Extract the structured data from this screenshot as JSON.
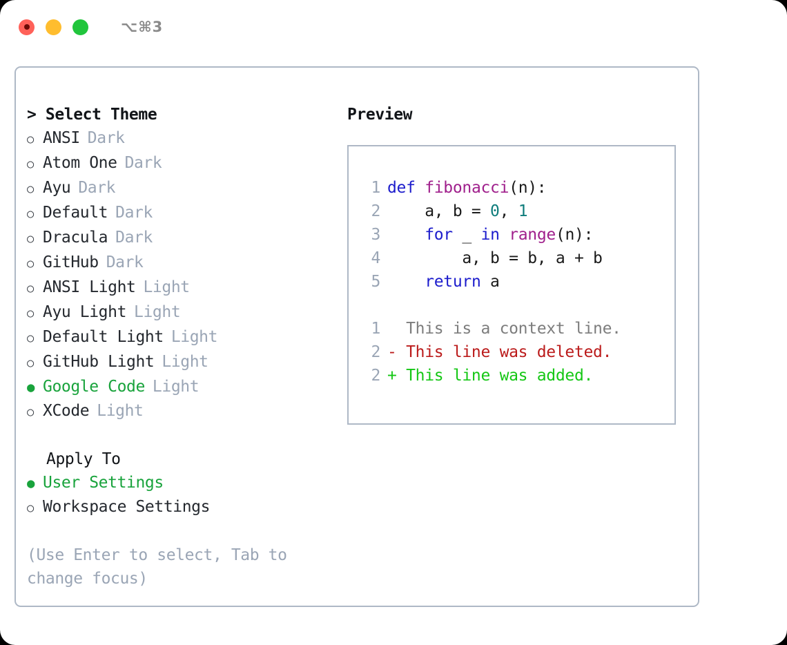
{
  "window": {
    "shortcut": "⌥⌘3",
    "traffic_lights": [
      {
        "name": "close",
        "color": "#ff6159"
      },
      {
        "name": "minimize",
        "color": "#ffbd2e"
      },
      {
        "name": "maximize",
        "color": "#21c53c"
      }
    ]
  },
  "accent": {
    "selected_green": "#19a33c",
    "muted": "#9aa5b5",
    "border": "#aeb8c6"
  },
  "theme_picker": {
    "prompt_marker": ">",
    "title": "Select Theme",
    "bullet_off": "○",
    "bullet_on": "●",
    "items": [
      {
        "label": "ANSI",
        "tag": "Dark",
        "selected": false
      },
      {
        "label": "Atom One",
        "tag": "Dark",
        "selected": false
      },
      {
        "label": "Ayu",
        "tag": "Dark",
        "selected": false
      },
      {
        "label": "Default",
        "tag": "Dark",
        "selected": false
      },
      {
        "label": "Dracula",
        "tag": "Dark",
        "selected": false
      },
      {
        "label": "GitHub",
        "tag": "Dark",
        "selected": false
      },
      {
        "label": "ANSI Light",
        "tag": "Light",
        "selected": false
      },
      {
        "label": "Ayu Light",
        "tag": "Light",
        "selected": false
      },
      {
        "label": "Default Light",
        "tag": "Light",
        "selected": false
      },
      {
        "label": "GitHub Light",
        "tag": "Light",
        "selected": false
      },
      {
        "label": "Google Code",
        "tag": "Light",
        "selected": true
      },
      {
        "label": "XCode",
        "tag": "Light",
        "selected": false
      }
    ]
  },
  "apply_to": {
    "title": "Apply To",
    "items": [
      {
        "label": "User Settings",
        "selected": true
      },
      {
        "label": "Workspace Settings",
        "selected": false
      }
    ]
  },
  "hint": "(Use Enter to select, Tab to change focus)",
  "preview": {
    "title": "Preview",
    "code_lines": [
      {
        "no": "1",
        "tokens": [
          {
            "t": "def ",
            "c": "kw"
          },
          {
            "t": "fibonacci",
            "c": "fn"
          },
          {
            "t": "(n):",
            "c": "plain"
          }
        ]
      },
      {
        "no": "2",
        "tokens": [
          {
            "t": "    a, b = ",
            "c": "plain"
          },
          {
            "t": "0",
            "c": "num"
          },
          {
            "t": ", ",
            "c": "plain"
          },
          {
            "t": "1",
            "c": "num"
          }
        ]
      },
      {
        "no": "3",
        "tokens": [
          {
            "t": "    ",
            "c": "plain"
          },
          {
            "t": "for",
            "c": "kw"
          },
          {
            "t": " _ ",
            "c": "plain"
          },
          {
            "t": "in",
            "c": "kw"
          },
          {
            "t": " ",
            "c": "plain"
          },
          {
            "t": "range",
            "c": "fn"
          },
          {
            "t": "(n):",
            "c": "plain"
          }
        ]
      },
      {
        "no": "4",
        "tokens": [
          {
            "t": "        a, b = b, a + b",
            "c": "plain"
          }
        ]
      },
      {
        "no": "5",
        "tokens": [
          {
            "t": "    ",
            "c": "plain"
          },
          {
            "t": "return",
            "c": "kw"
          },
          {
            "t": " a",
            "c": "plain"
          }
        ]
      }
    ],
    "diff_lines": [
      {
        "no": "1",
        "text": "  This is a context line.",
        "kind": "ctx"
      },
      {
        "no": "2",
        "text": "- This line was deleted.",
        "kind": "del"
      },
      {
        "no": "2",
        "text": "+ This line was added.",
        "kind": "add"
      }
    ]
  }
}
